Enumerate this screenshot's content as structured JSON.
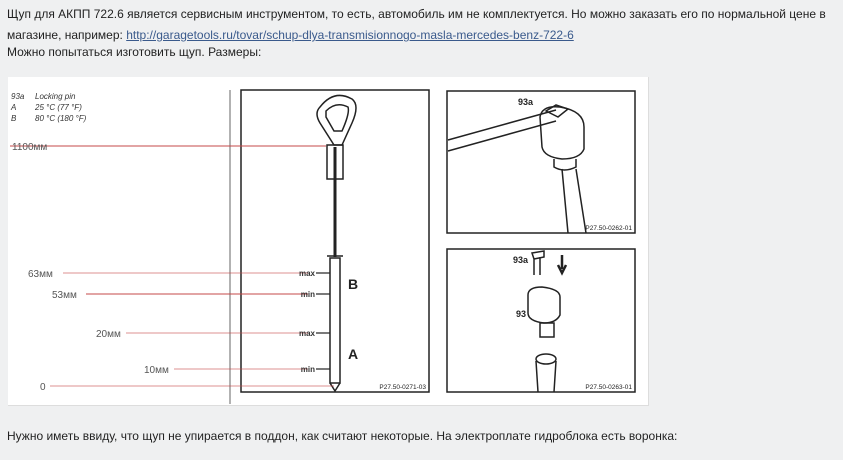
{
  "paragraphs": {
    "line1": "Щуп для АКПП 722.6 является сервисным инструментом, то есть, автомобиль им не комплектуется. Но можно заказать его по нормальной цене в",
    "line2_prefix": "магазине, например: ",
    "link": "http://garagetools.ru/tovar/schup-dlya-transmisionnogo-masla-mercedes-benz-722-6",
    "line3": "Можно попытаться изготовить щуп. Размеры:",
    "line4": "Нужно иметь ввиду, что щуп не упирается в поддон, как считают некоторые. На электроплате гидроблока есть воронка:"
  },
  "figure": {
    "legend": [
      {
        "key": "93a",
        "value": "Locking pin"
      },
      {
        "key": "A",
        "value": "25 °C (77 °F)"
      },
      {
        "key": "B",
        "value": "80 °C (180 °F)"
      }
    ],
    "dimensions": [
      "1100мм",
      "63мм",
      "53мм",
      "20мм",
      "10мм",
      "0"
    ],
    "marks": [
      "max",
      "min",
      "max",
      "min"
    ],
    "zone_labels": [
      "B",
      "A"
    ],
    "part_labels": [
      "93a",
      "93a",
      "93"
    ],
    "codes": [
      "P27.50-0271-03",
      "P27.50-0262-01",
      "P27.50-0263-01"
    ],
    "colors": {
      "dimension_line": "#c44848",
      "drawing": "#222222"
    }
  }
}
